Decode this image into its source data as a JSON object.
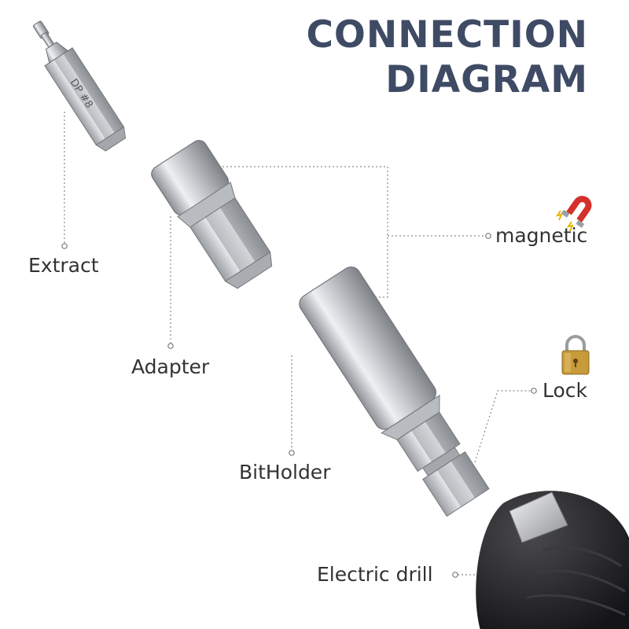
{
  "title": {
    "line1": "CONNECTION",
    "line2": "DIAGRAM"
  },
  "parts": {
    "extract": "Extract",
    "adapter": "Adapter",
    "bitholder": "BitHolder",
    "electric_drill": "Electric drill"
  },
  "features": {
    "magnetic": "magnetic",
    "lock": "Lock"
  },
  "bit_engraving": "DP #8",
  "colors": {
    "title": "#3f4b65",
    "label": "#333333",
    "steel": "#c9cbce",
    "drill_body": "#1f1f21",
    "magnet_red": "#d5302b",
    "lock_gold": "#c79a3a"
  },
  "icons": [
    "magnet-icon",
    "padlock-icon"
  ]
}
